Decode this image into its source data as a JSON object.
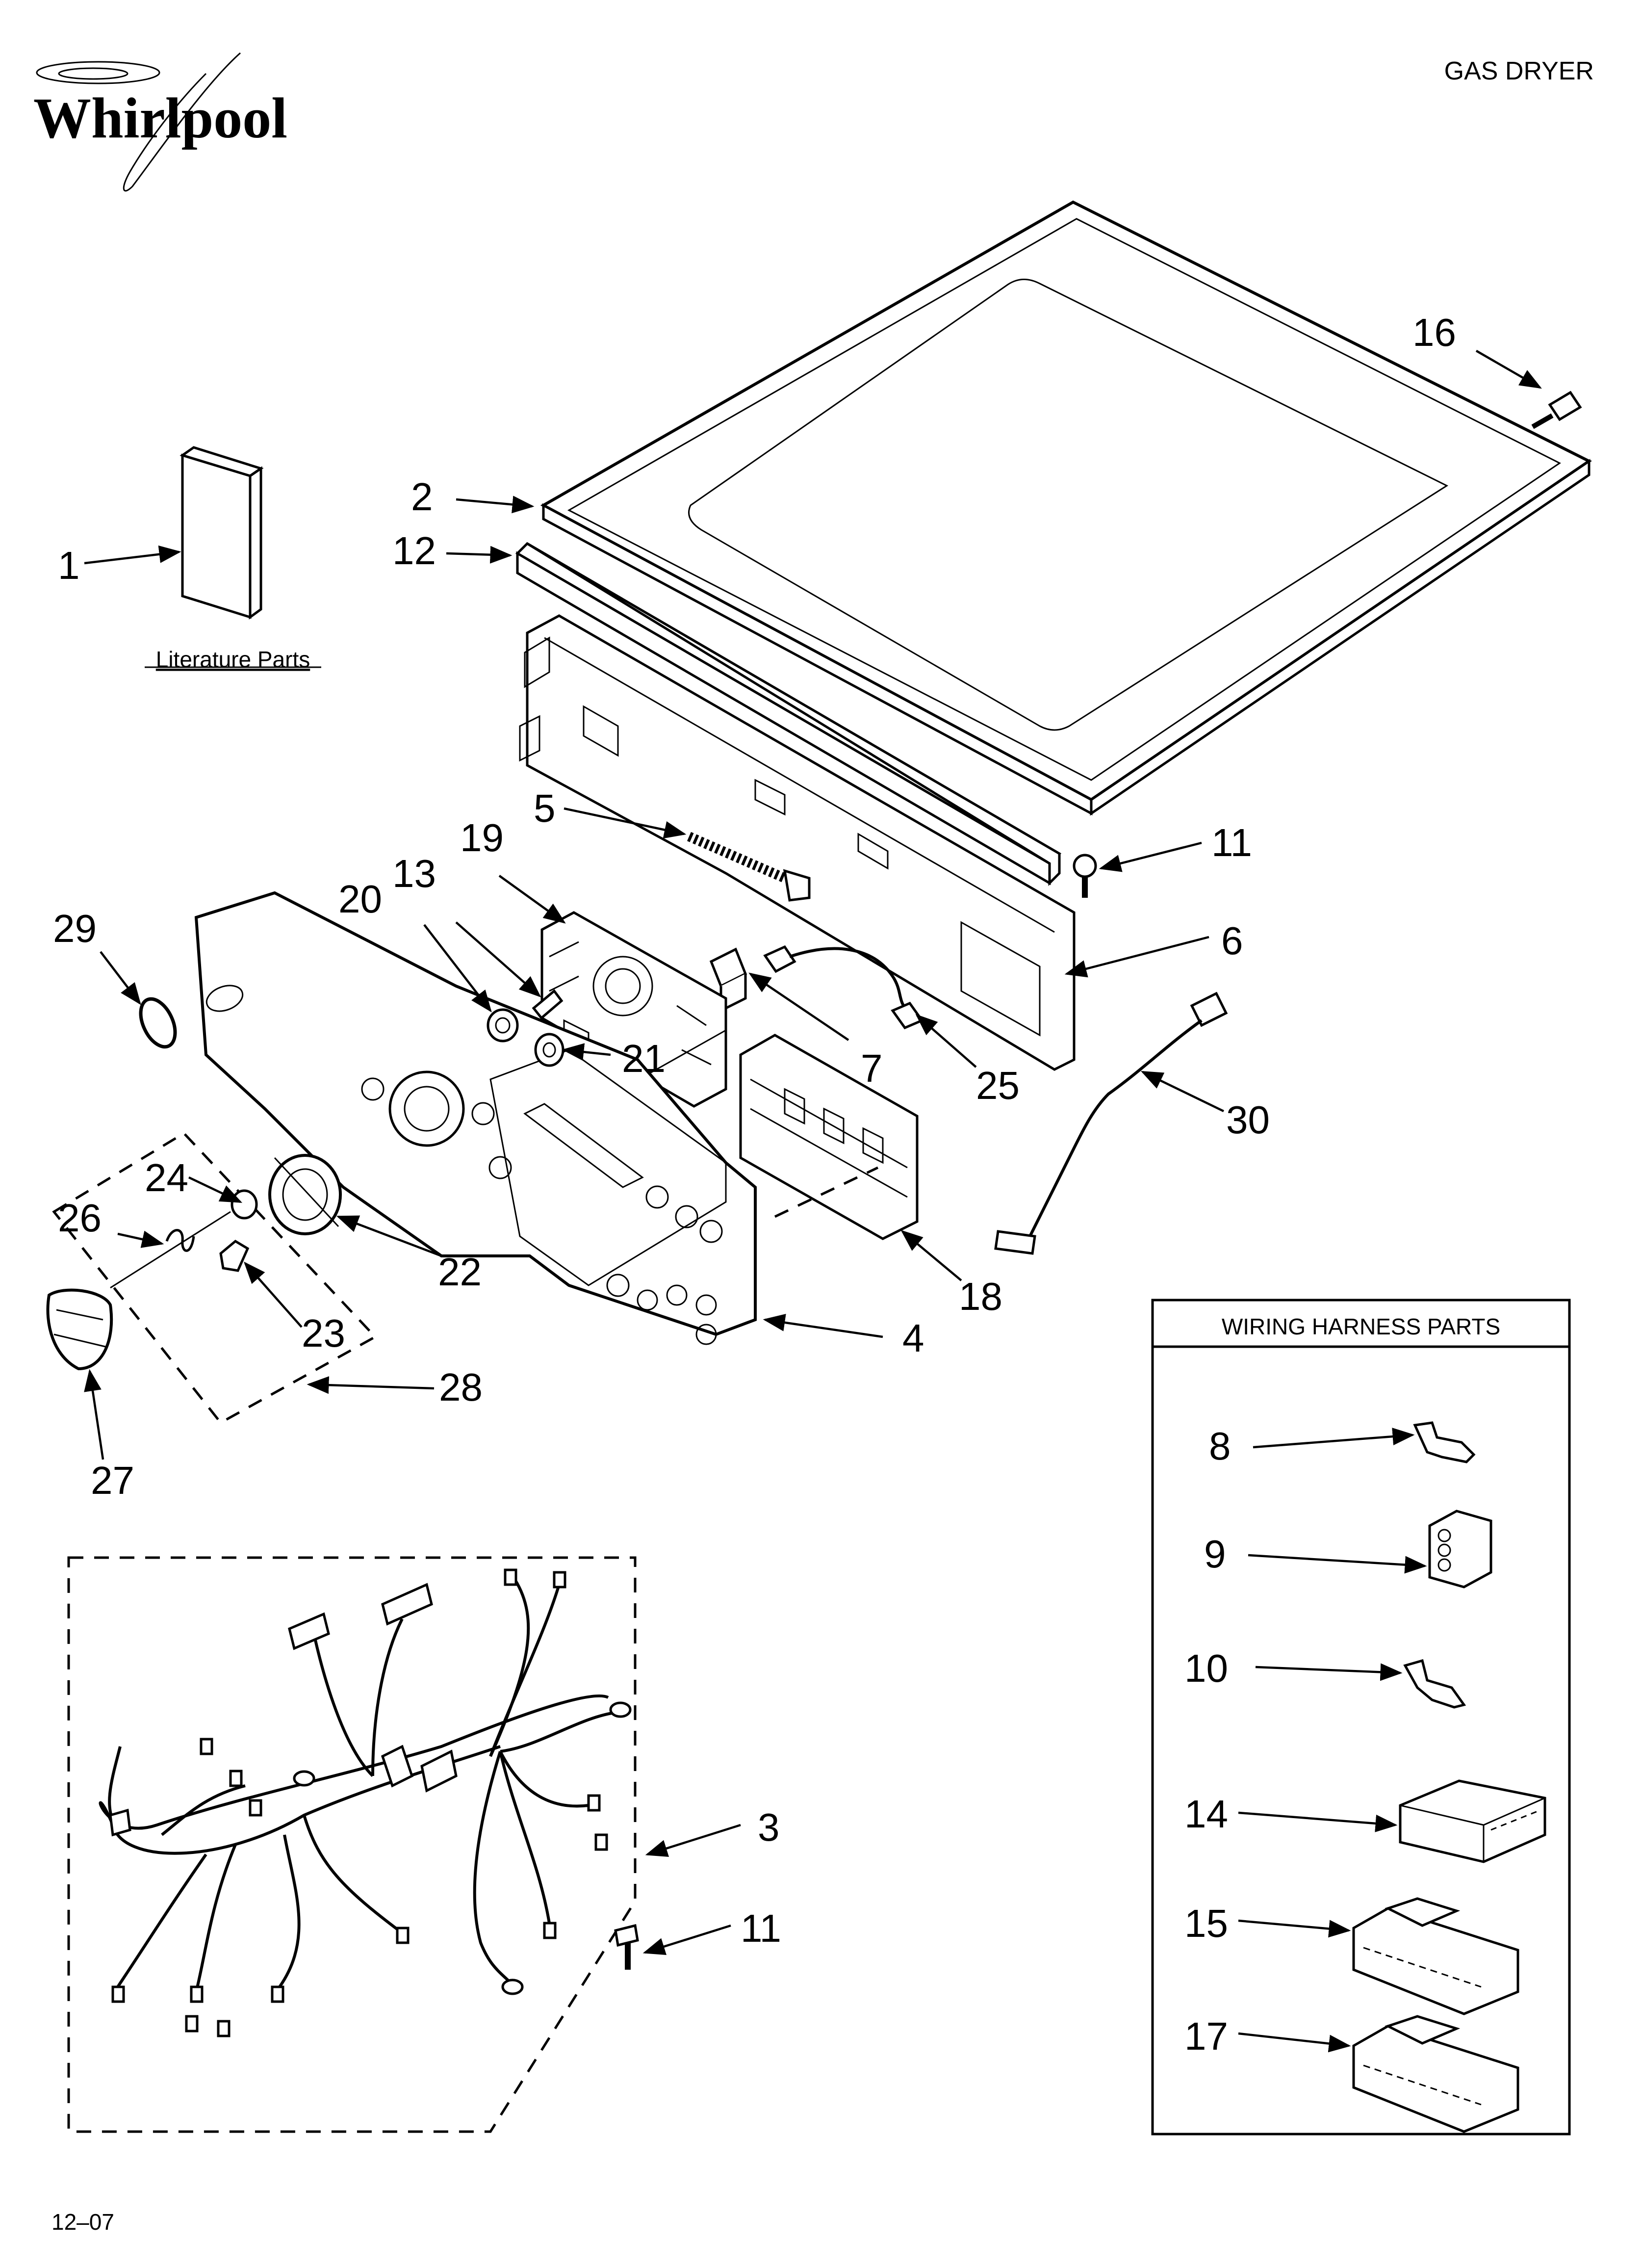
{
  "header": {
    "brand": "Whirlpool",
    "product": "GAS DRYER"
  },
  "footer": {
    "date_code": "12–07"
  },
  "literature": {
    "label": "Literature Parts"
  },
  "wiring_box": {
    "title": "WIRING HARNESS PARTS"
  },
  "callouts": {
    "c1": "1",
    "c2": "2",
    "c3": "3",
    "c4": "4",
    "c5": "5",
    "c6": "6",
    "c7": "7",
    "c8": "8",
    "c9": "9",
    "c10": "10",
    "c11a": "11",
    "c11b": "11",
    "c12": "12",
    "c13": "13",
    "c14": "14",
    "c15": "15",
    "c16": "16",
    "c17": "17",
    "c18": "18",
    "c19": "19",
    "c20": "20",
    "c21": "21",
    "c22": "22",
    "c23": "23",
    "c24": "24",
    "c25": "25",
    "c26": "26",
    "c27": "27",
    "c28": "28",
    "c29": "29",
    "c30": "30"
  }
}
